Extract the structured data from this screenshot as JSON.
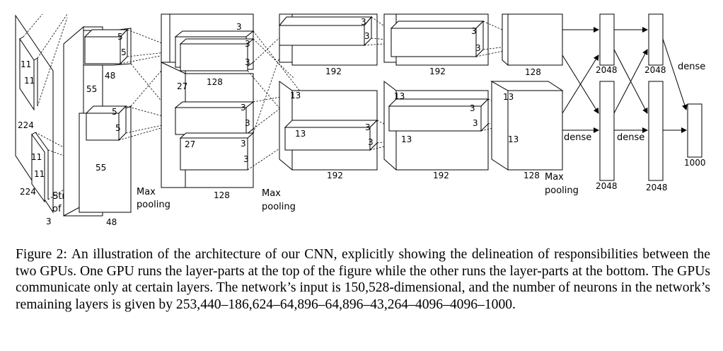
{
  "figure": {
    "input_labels": {
      "height": "224",
      "width": "224",
      "channels": "3",
      "k1": "11",
      "k2": "11",
      "k3": "11",
      "k4": "11",
      "stride": "Stride",
      "stride2": "of 4"
    },
    "conv1": {
      "top_depth": "48",
      "bottom_depth": "48",
      "size": "55",
      "size2": "55",
      "k1": "5",
      "k2": "5",
      "k3": "5",
      "k4": "5"
    },
    "pool1": {
      "line1": "Max",
      "line2": "pooling"
    },
    "conv2": {
      "top_depth": "128",
      "bottom_depth": "128",
      "size": "27",
      "size2": "27",
      "k": "3"
    },
    "pool2": {
      "line1": "Max",
      "line2": "pooling"
    },
    "conv3": {
      "top_depth": "192",
      "bottom_depth": "192",
      "size": "13",
      "size2": "13"
    },
    "conv4": {
      "top_depth": "192",
      "bottom_depth": "192",
      "size": "13",
      "size2": "13"
    },
    "conv5": {
      "top_depth": "128",
      "bottom_depth": "128",
      "size": "13",
      "size2": "13"
    },
    "pool3": {
      "line1": "Max",
      "line2": "pooling"
    },
    "fc": {
      "dense": "dense",
      "fc6": "2048",
      "fc7": "2048",
      "out": "1000"
    }
  },
  "caption": {
    "label": "Figure 2:",
    "text": "An illustration of the architecture of our CNN, explicitly showing the delineation of responsibilities between the two GPUs. One GPU runs the layer-parts at the top of the figure while the other runs the layer-parts at the bottom. The GPUs communicate only at certain layers. The network’s input is 150,528-dimensional, and the number of neurons in the network’s remaining layers is given by 253,440–186,624–64,896–64,896–43,264–4096–4096–1000."
  }
}
